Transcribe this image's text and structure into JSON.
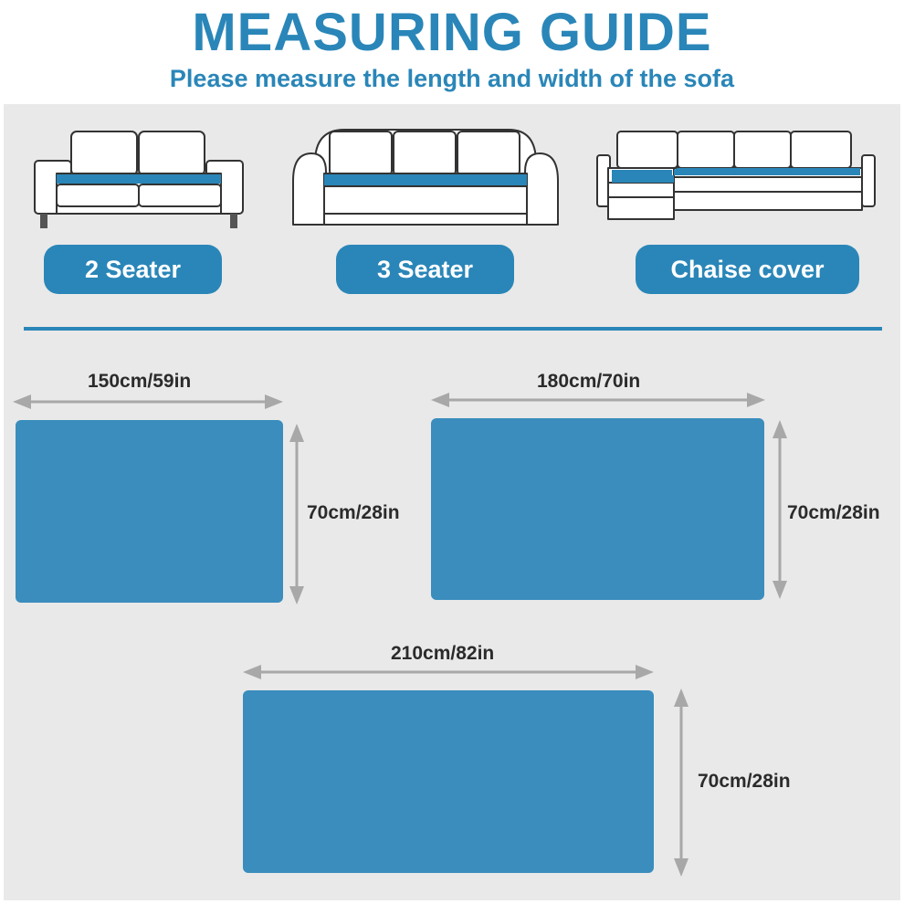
{
  "header": {
    "title": "MEASURING GUIDE",
    "subtitle": "Please measure the length and width of the sofa"
  },
  "sofa_types": [
    {
      "label": "2 Seater",
      "icon": "two-seater-sofa-icon"
    },
    {
      "label": "3 Seater",
      "icon": "three-seater-sofa-icon"
    },
    {
      "label": "Chaise cover",
      "icon": "chaise-sofa-icon"
    }
  ],
  "dimensions": [
    {
      "width_label": "150cm/59in",
      "height_label": "70cm/28in"
    },
    {
      "width_label": "180cm/70in",
      "height_label": "70cm/28in"
    },
    {
      "width_label": "210cm/82in",
      "height_label": "70cm/28in"
    }
  ],
  "colors": {
    "accent": "#2a86b8",
    "cover": "#3a8dbd",
    "background": "#e9e9e9",
    "arrow": "#a8a8a8"
  }
}
